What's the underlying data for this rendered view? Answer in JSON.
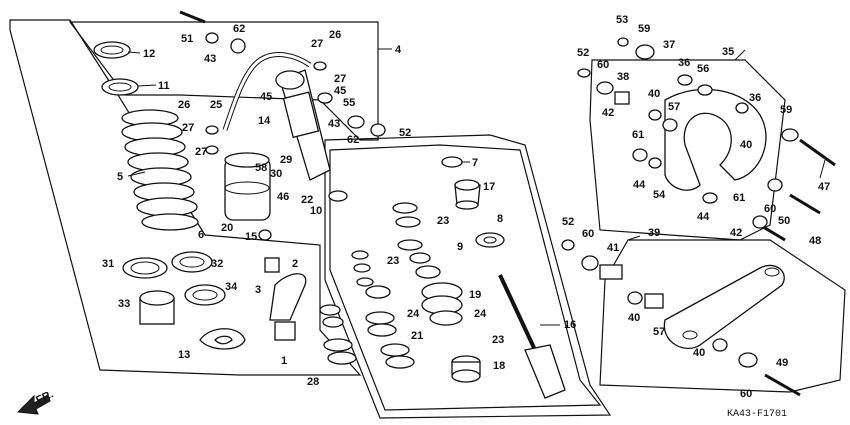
{
  "diagram": {
    "drawing_code": "KA43-F1701",
    "direction_label": "FR.",
    "callouts": [
      "1",
      "2",
      "3",
      "4",
      "5",
      "6",
      "7",
      "8",
      "9",
      "10",
      "11",
      "12",
      "13",
      "14",
      "15",
      "16",
      "17",
      "18",
      "19",
      "20",
      "21",
      "22",
      "23",
      "24",
      "25",
      "26",
      "27",
      "28",
      "29",
      "30",
      "31",
      "32",
      "33",
      "34",
      "35",
      "36",
      "37",
      "38",
      "39",
      "40",
      "41",
      "42",
      "43",
      "44",
      "45",
      "46",
      "47",
      "48",
      "49",
      "50",
      "51",
      "52",
      "53",
      "54",
      "55",
      "56",
      "57",
      "58",
      "59",
      "60",
      "61",
      "62"
    ]
  }
}
